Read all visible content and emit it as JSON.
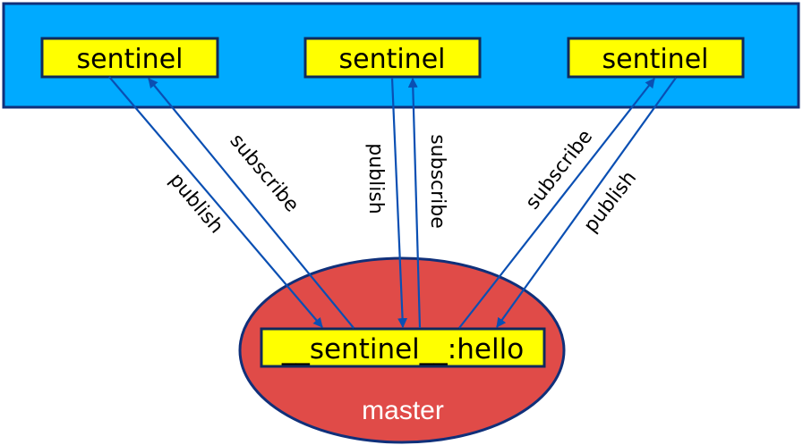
{
  "diagram": {
    "colors": {
      "panel_fill": "#00aaff",
      "panel_stroke": "#10307a",
      "box_fill": "#ffff00",
      "box_stroke": "#0f2a5c",
      "master_fill": "#e04b48",
      "master_stroke": "#10307a",
      "arrow": "#0a4fb3"
    },
    "sentinels": [
      {
        "label": "sentinel"
      },
      {
        "label": "sentinel"
      },
      {
        "label": "sentinel"
      }
    ],
    "channel": {
      "label": "__sentinel__:hello"
    },
    "master": {
      "label": "master"
    },
    "edges": [
      {
        "from": "sentinel-1",
        "to": "channel",
        "label": "publish"
      },
      {
        "from": "channel",
        "to": "sentinel-1",
        "label": "subscribe"
      },
      {
        "from": "sentinel-2",
        "to": "channel",
        "label": "publish"
      },
      {
        "from": "channel",
        "to": "sentinel-2",
        "label": "subscribe"
      },
      {
        "from": "channel",
        "to": "sentinel-3",
        "label": "subscribe"
      },
      {
        "from": "sentinel-3",
        "to": "channel",
        "label": "publish"
      }
    ]
  }
}
